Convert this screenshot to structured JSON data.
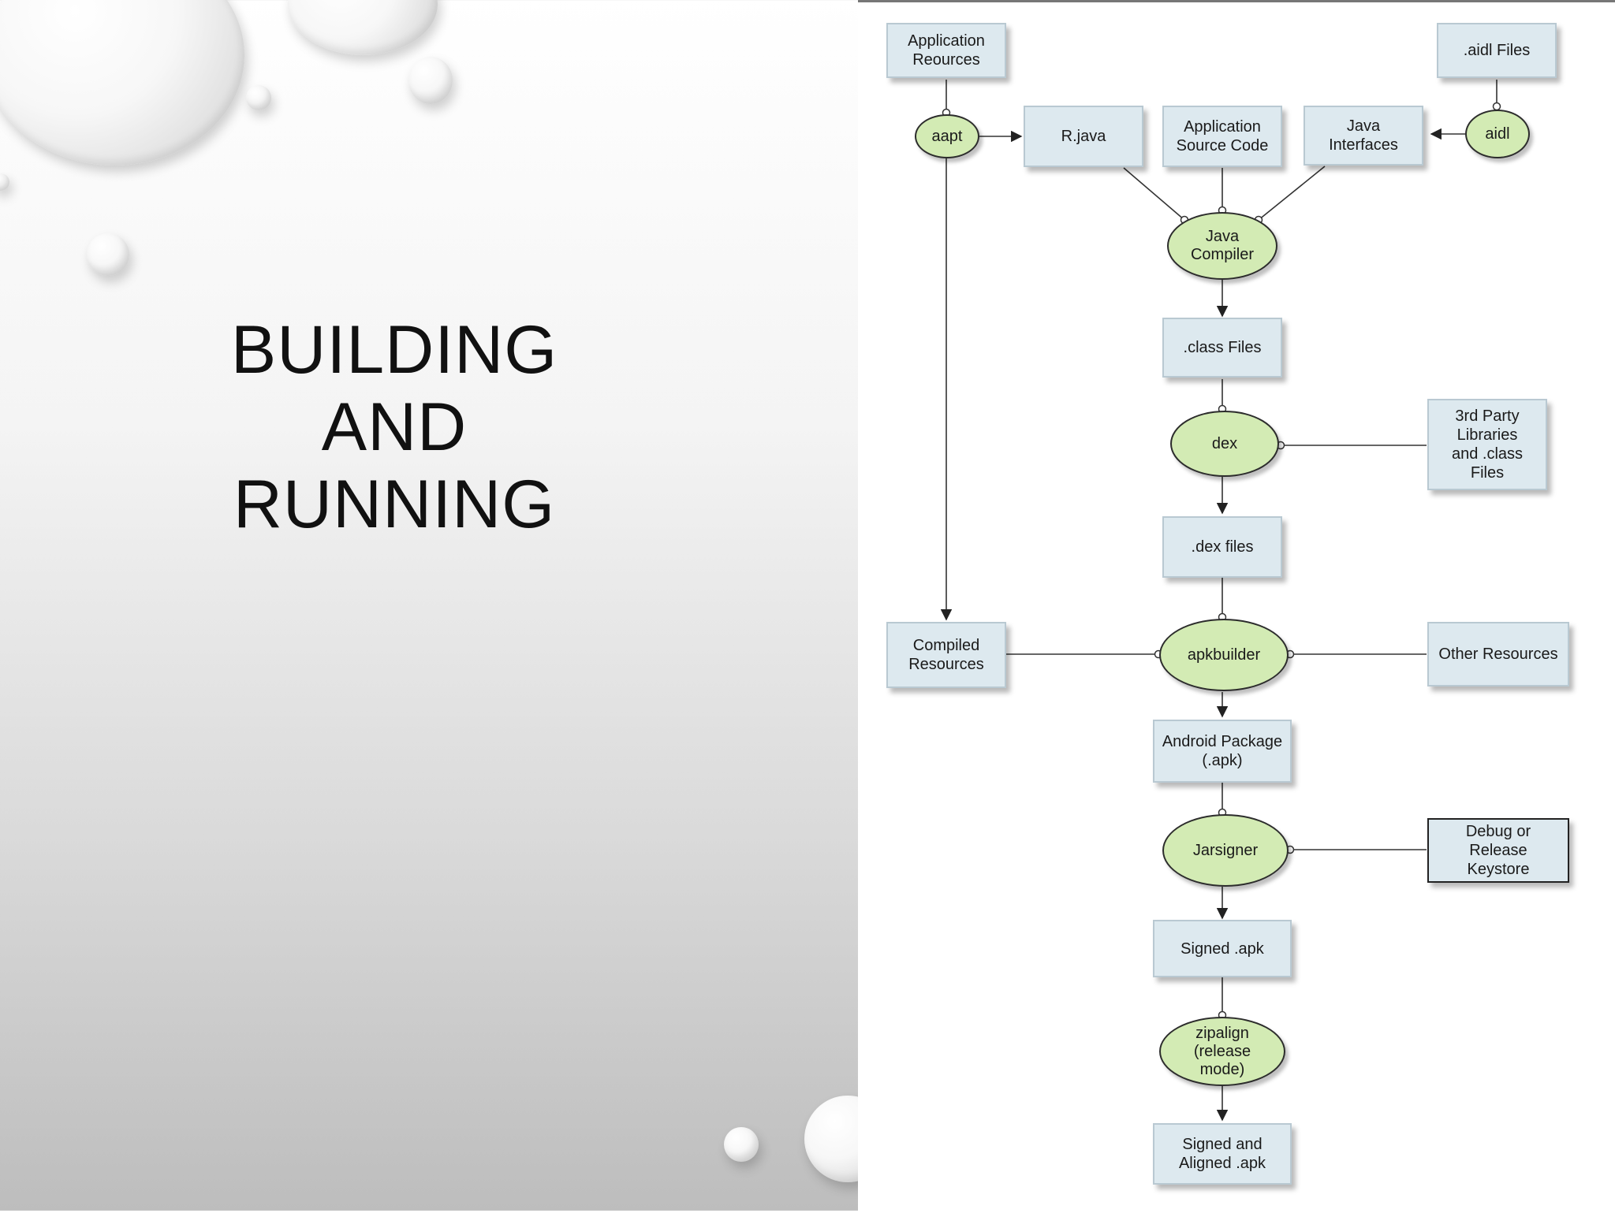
{
  "slide": {
    "title_lines": [
      "BUILDING",
      "AND",
      "RUNNING"
    ]
  },
  "diagram": {
    "boxes": {
      "app_resources": "Application\nReources",
      "aidl_files": ".aidl Files",
      "r_java": "R.java",
      "app_source": "Application\nSource Code",
      "java_interfaces": "Java\nInterfaces",
      "class_files": ".class Files",
      "third_party": "3rd Party\nLibraries\nand .class\nFiles",
      "dex_files": ".dex files",
      "compiled_resources": "Compiled\nResources",
      "other_resources": "Other Resources",
      "android_package": "Android Package\n(.apk)",
      "keystore": "Debug or\nRelease\nKeystore",
      "signed_apk": "Signed .apk",
      "signed_aligned": "Signed and\nAligned .apk"
    },
    "tools": {
      "aapt": "aapt",
      "aidl": "aidl",
      "java_compiler": "Java\nCompiler",
      "dex": "dex",
      "apkbuilder": "apkbuilder",
      "jarsigner": "Jarsigner",
      "zipalign": "zipalign\n(release\nmode)"
    },
    "colors": {
      "box_fill": "#dde9ef",
      "tool_fill": "#d3ebb4",
      "line": "#333333"
    }
  }
}
